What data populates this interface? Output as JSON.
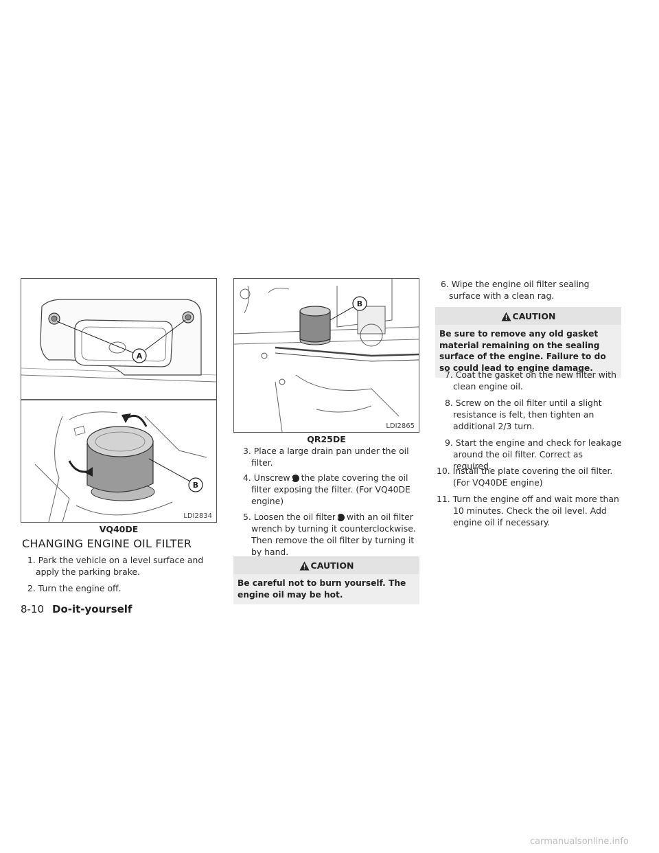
{
  "figures": {
    "left": {
      "label_a": "A",
      "label_b": "B",
      "id": "LDI2834",
      "caption": "VQ40DE"
    },
    "middle": {
      "label_b": "B",
      "id": "LDI2865",
      "caption": "QR25DE"
    }
  },
  "section_title": "CHANGING ENGINE OIL FILTER",
  "steps_left": [
    {
      "num": "1.",
      "text": "Park the vehicle on a level surface and apply the parking brake."
    },
    {
      "num": "2.",
      "text": "Turn the engine off."
    }
  ],
  "steps_middle": {
    "s3": {
      "num": "3.",
      "text": "Place a large drain pan under the oil filter."
    },
    "s4": {
      "num": "4.",
      "pre": "Unscrew",
      "badge": "A",
      "post": "the plate covering the oil filter exposing the filter. (For VQ40DE engine)"
    },
    "s5": {
      "num": "5.",
      "pre": "Loosen the oil filter",
      "badge": "B",
      "post": "with an oil filter wrench by turning it counterclockwise. Then remove the oil filter by turning it by hand."
    }
  },
  "caution_middle": {
    "title": "CAUTION",
    "text": "Be careful not to burn yourself. The engine oil may be hot."
  },
  "steps_right_top": [
    {
      "num": "6.",
      "text": "Wipe the engine oil filter sealing surface with a clean rag."
    }
  ],
  "caution_right": {
    "title": "CAUTION",
    "text": "Be sure to remove any old gasket material remaining on the sealing surface of the engine. Failure to do so could lead to engine damage."
  },
  "steps_right": [
    {
      "num": "7.",
      "text": "Coat the gasket on the new filter with clean engine oil."
    },
    {
      "num": "8.",
      "text": "Screw on the oil filter until a slight resistance is felt, then tighten an additional 2/3 turn."
    },
    {
      "num": "9.",
      "text": "Start the engine and check for leakage around the oil filter. Correct as required."
    },
    {
      "num": "10.",
      "text": "Install the plate covering the oil filter. (For VQ40DE engine)"
    },
    {
      "num": "11.",
      "text": "Turn the engine off and wait more than 10 minutes. Check the oil level. Add engine oil if necessary."
    }
  ],
  "footer": {
    "page": "8-10",
    "title": "Do-it-yourself"
  },
  "watermark": "carmanualsonline.info"
}
